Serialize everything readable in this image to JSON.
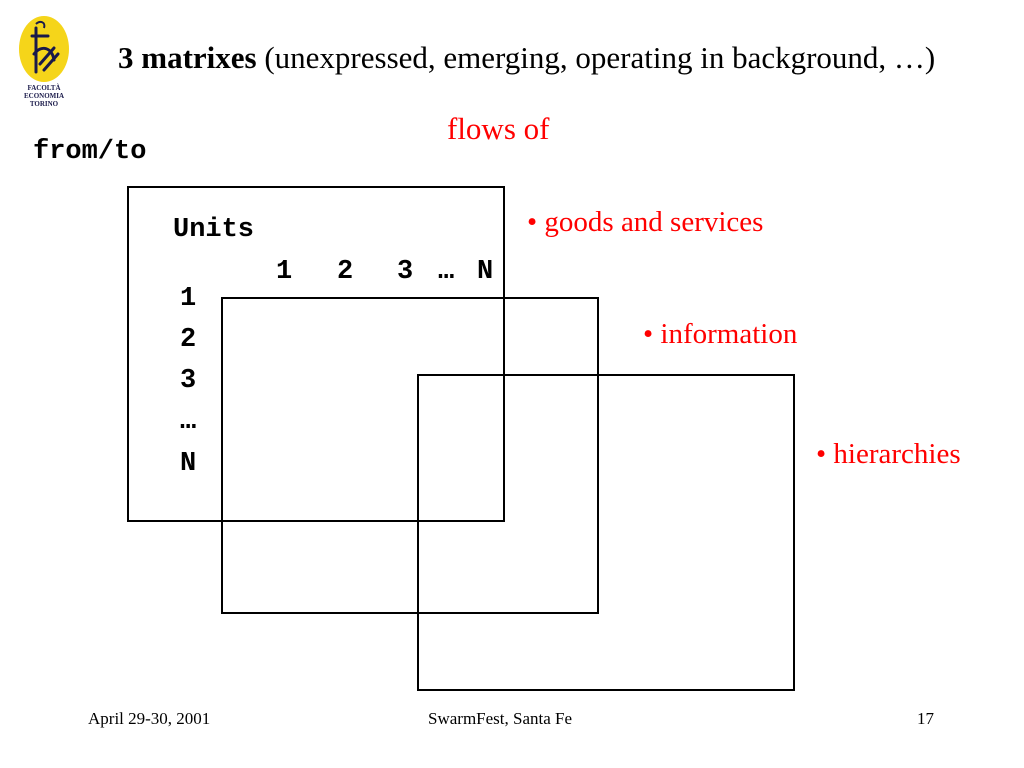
{
  "logo": {
    "lines": [
      "FACOLTÀ",
      "ECONOMIA",
      "TORINO"
    ],
    "color": "#f5d51a"
  },
  "title": {
    "bold": "3 matrixes",
    "rest": " (unexpressed, emerging, operating in background, …)"
  },
  "diagram": {
    "flows_label": "flows of",
    "from_to_label": "from/to",
    "units_label": "Units",
    "column_headers": [
      "1",
      "2",
      "3",
      "…",
      "N"
    ],
    "row_headers": [
      "1",
      "2",
      "3",
      "…",
      "N"
    ],
    "flow_items": [
      "• goods and services",
      "• information",
      "• hierarchies"
    ],
    "accent_color": "#ff0000"
  },
  "footer": {
    "date": "April 29-30, 2001",
    "event": "SwarmFest, Santa Fe",
    "page": "17"
  }
}
